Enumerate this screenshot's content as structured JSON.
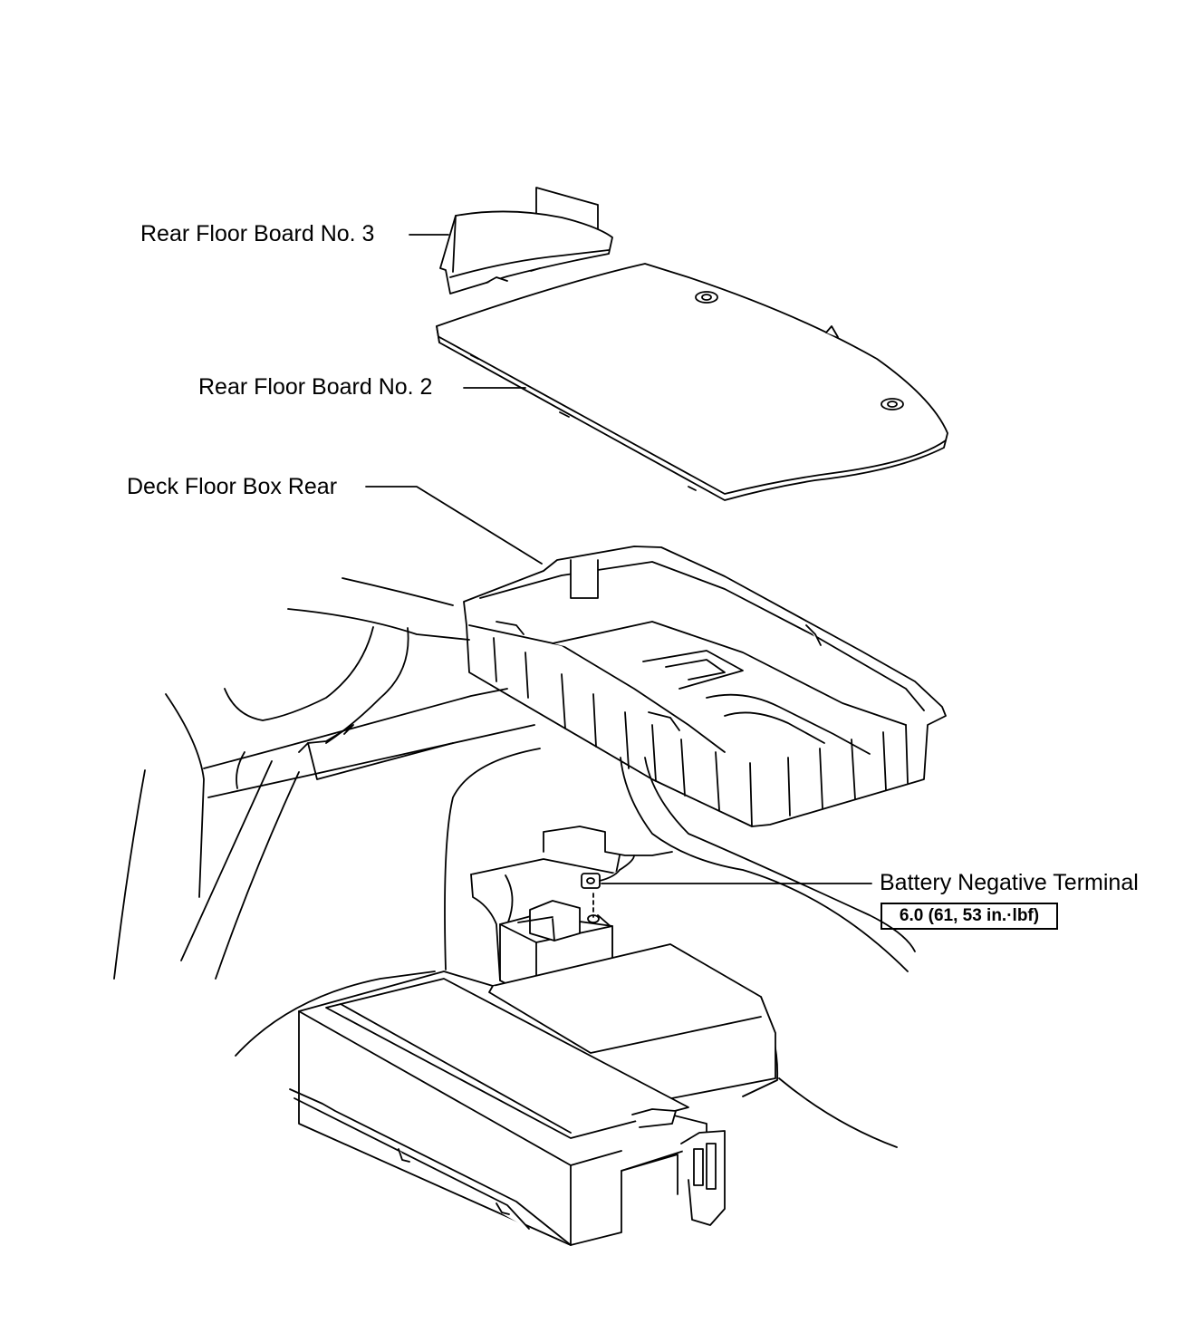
{
  "labels": {
    "rear_floor_board_3": "Rear Floor Board No. 3",
    "rear_floor_board_2": "Rear Floor Board No. 2",
    "deck_floor_box_rear": "Deck Floor Box Rear",
    "battery_negative_terminal": "Battery Negative Terminal",
    "torque_spec": "6.0 (61, 53 in.·lbf)"
  }
}
